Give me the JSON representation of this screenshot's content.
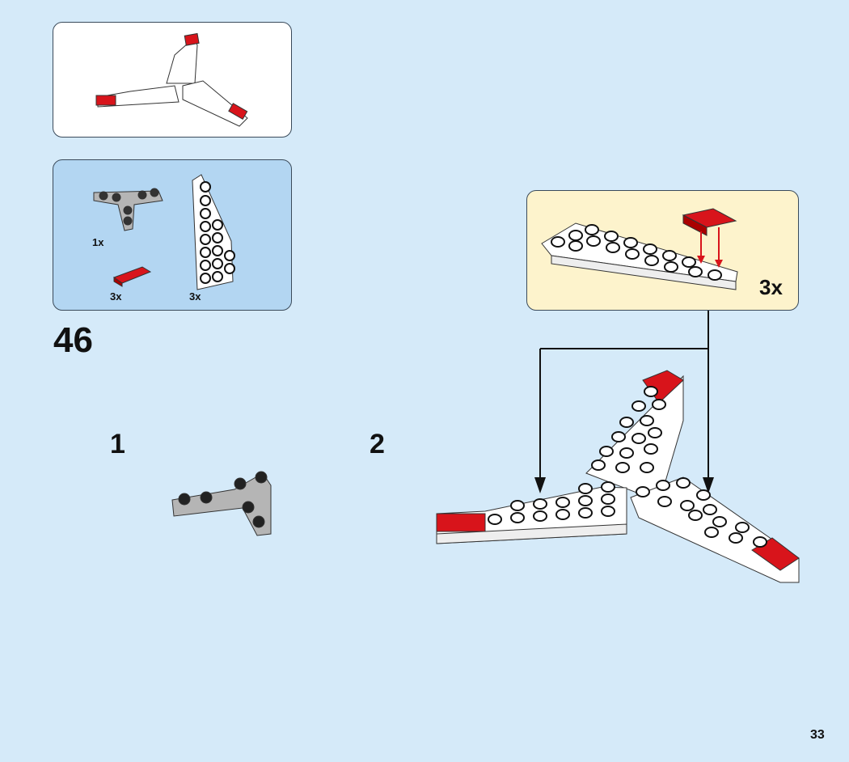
{
  "step_number": "46",
  "substeps": [
    {
      "number": "1"
    },
    {
      "number": "2"
    }
  ],
  "parts_list": [
    {
      "part": "grey-triple-plate",
      "quantity": "1x"
    },
    {
      "part": "red-tile-1x2",
      "quantity": "3x"
    },
    {
      "part": "white-wing-plate",
      "quantity": "3x"
    }
  ],
  "callout": {
    "quantity": "3x"
  },
  "page_number": "33",
  "colors": {
    "background": "#d5eaf9",
    "parts_box": "#b3d6f2",
    "callout": "#fdf3cc",
    "red": "#d8141b",
    "grey": "#a8a8a8"
  }
}
